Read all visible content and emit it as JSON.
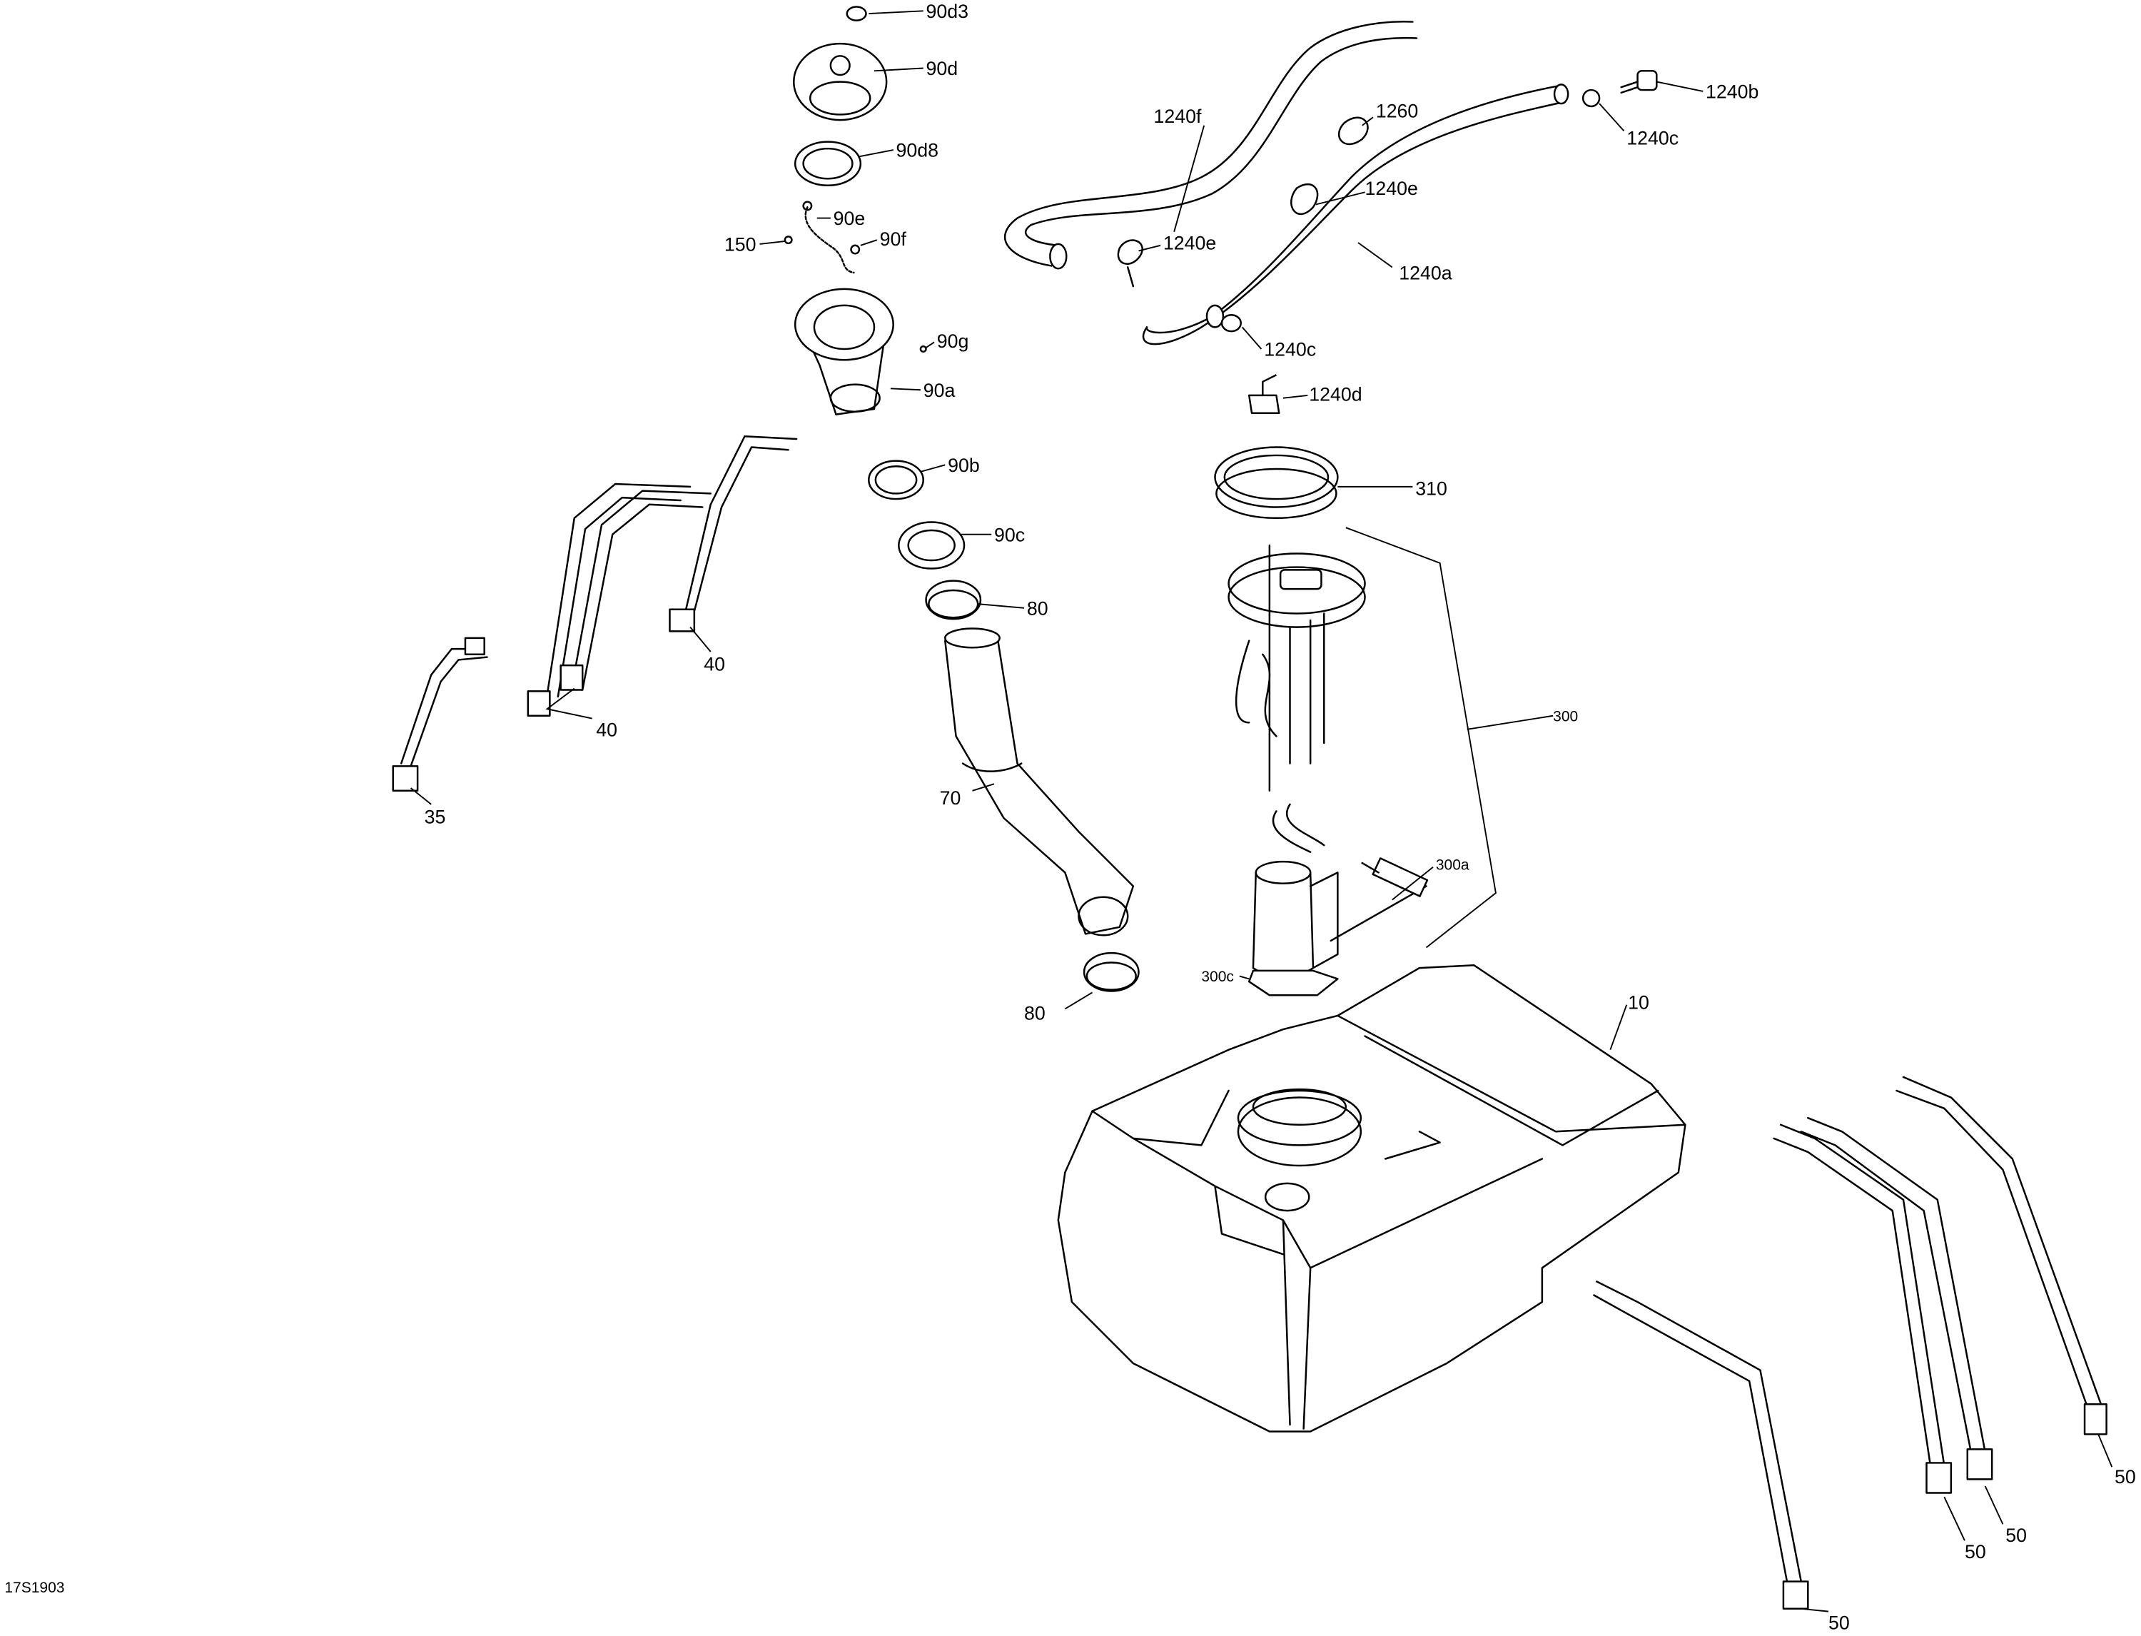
{
  "diagram_id": "17S1903",
  "parts": [
    {
      "label": "90d3"
    },
    {
      "label": "90d"
    },
    {
      "label": "90d8"
    },
    {
      "label": "90e"
    },
    {
      "label": "150"
    },
    {
      "label": "90f"
    },
    {
      "label": "90g"
    },
    {
      "label": "90a"
    },
    {
      "label": "90b"
    },
    {
      "label": "90c"
    },
    {
      "label": "80"
    },
    {
      "label": "70"
    },
    {
      "label": "80"
    },
    {
      "label": "40"
    },
    {
      "label": "40"
    },
    {
      "label": "35"
    },
    {
      "label": "1240f"
    },
    {
      "label": "1260"
    },
    {
      "label": "1240e"
    },
    {
      "label": "1240e"
    },
    {
      "label": "1240a"
    },
    {
      "label": "1240b"
    },
    {
      "label": "1240c"
    },
    {
      "label": "1240c"
    },
    {
      "label": "1240d"
    },
    {
      "label": "310"
    },
    {
      "label": "300"
    },
    {
      "label": "300a"
    },
    {
      "label": "300c"
    },
    {
      "label": "10"
    },
    {
      "label": "50"
    },
    {
      "label": "50"
    },
    {
      "label": "50"
    },
    {
      "label": "50"
    }
  ]
}
